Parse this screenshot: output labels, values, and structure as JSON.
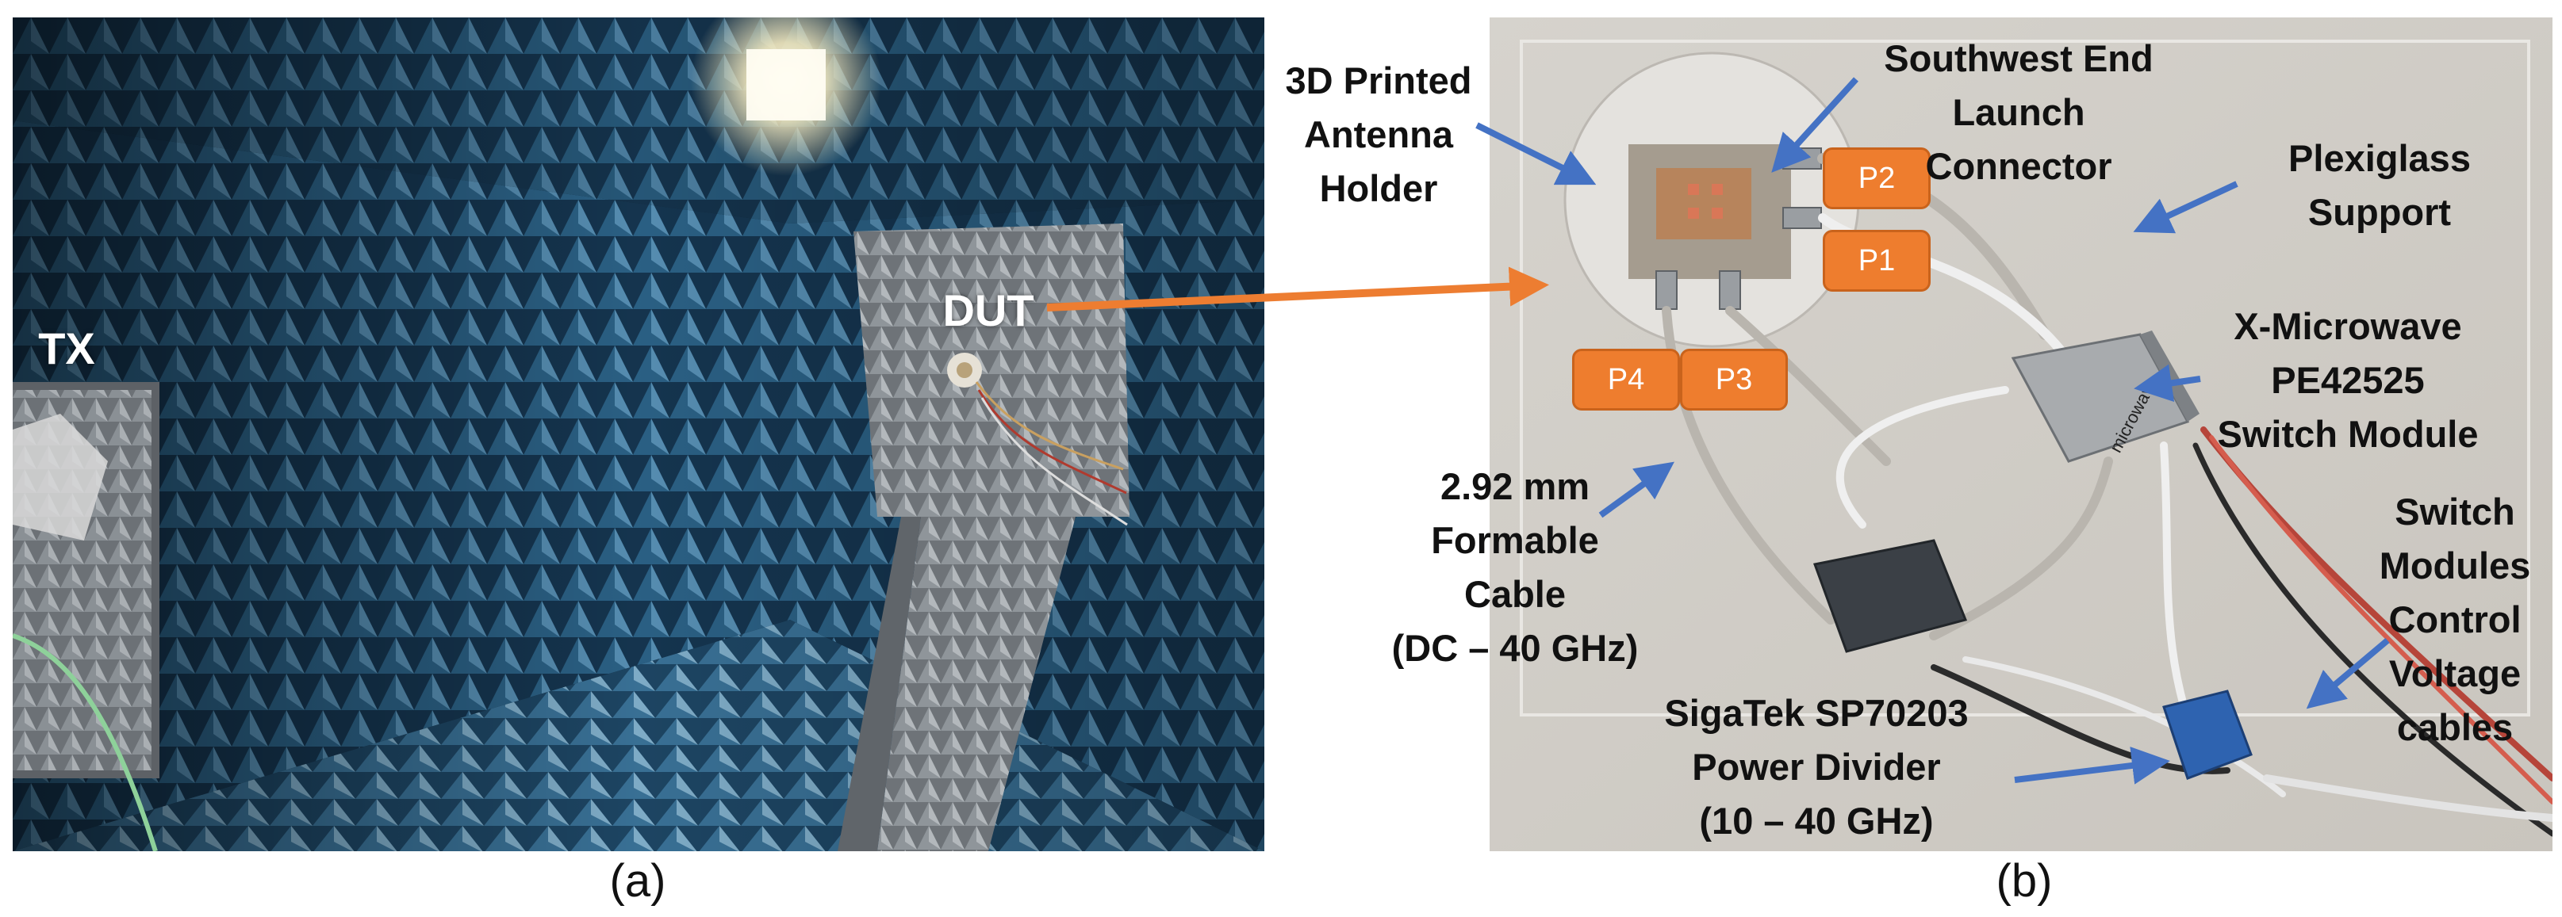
{
  "panel_a": {
    "caption": "(a)",
    "labels": {
      "tx": "TX",
      "dut": "DUT"
    }
  },
  "panel_b": {
    "caption": "(b)",
    "labels": {
      "antenna_holder": "3D Printed\nAntenna\nHolder",
      "launch_connector": "Southwest End\nLaunch Connector",
      "plexiglass": "Plexiglass\nSupport",
      "switch_module": "X-Microwave\nPE42525\nSwitch Module",
      "cable": "2.92 mm\nFormable\nCable\n(DC – 40 GHz)",
      "control_cables": "Switch\nModules\nControl\nVoltage\ncables",
      "power_divider": "SigaTek SP70203\nPower Divider\n(10 – 40 GHz)"
    },
    "ports": {
      "p1": "P1",
      "p2": "P2",
      "p3": "P3",
      "p4": "P4"
    },
    "module_text": "microwave"
  },
  "colors": {
    "chamber_blue": "#1e4766",
    "absorber_grey": "#7d8287",
    "arrow_blue": "#4472c4",
    "arrow_orange": "#ed7d31",
    "port_orange": "#ee7d2e",
    "board_bg": "#d9d6d0"
  }
}
